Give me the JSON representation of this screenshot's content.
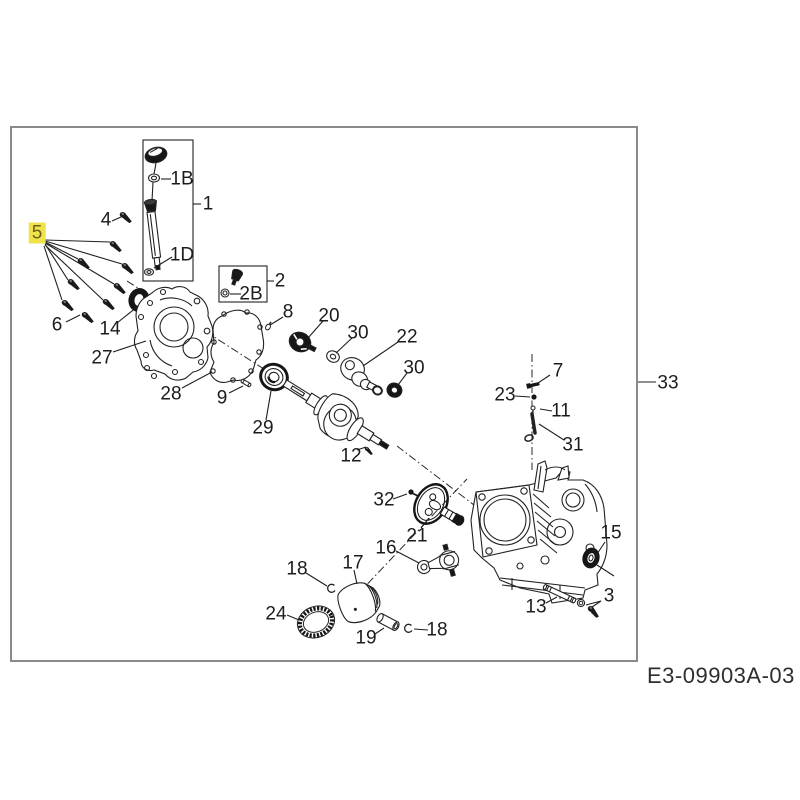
{
  "drawing_code": "E3-09903A-03",
  "highlight": {
    "label": "5",
    "background": "#f0e24a",
    "text_color": "#6e5f1e"
  },
  "colors": {
    "line": "#1f1f1f",
    "frame_border": "#8a8a8a",
    "label_text": "#1c1c1c",
    "code_text": "#2e2e2e"
  },
  "labels": [
    {
      "text": "4"
    },
    {
      "text": "5"
    },
    {
      "text": "6"
    },
    {
      "text": "14"
    },
    {
      "text": "27"
    },
    {
      "text": "1B"
    },
    {
      "text": "1"
    },
    {
      "text": "1D"
    },
    {
      "text": "2"
    },
    {
      "text": "2B"
    },
    {
      "text": "8"
    },
    {
      "text": "20"
    },
    {
      "text": "30"
    },
    {
      "text": "22"
    },
    {
      "text": "30"
    },
    {
      "text": "28"
    },
    {
      "text": "9"
    },
    {
      "text": "29"
    },
    {
      "text": "12"
    },
    {
      "text": "32"
    },
    {
      "text": "21"
    },
    {
      "text": "16"
    },
    {
      "text": "17"
    },
    {
      "text": "18"
    },
    {
      "text": "24"
    },
    {
      "text": "19"
    },
    {
      "text": "18"
    },
    {
      "text": "7"
    },
    {
      "text": "23"
    },
    {
      "text": "11"
    },
    {
      "text": "31"
    },
    {
      "text": "33"
    },
    {
      "text": "15"
    },
    {
      "text": "13"
    },
    {
      "text": "3"
    }
  ]
}
